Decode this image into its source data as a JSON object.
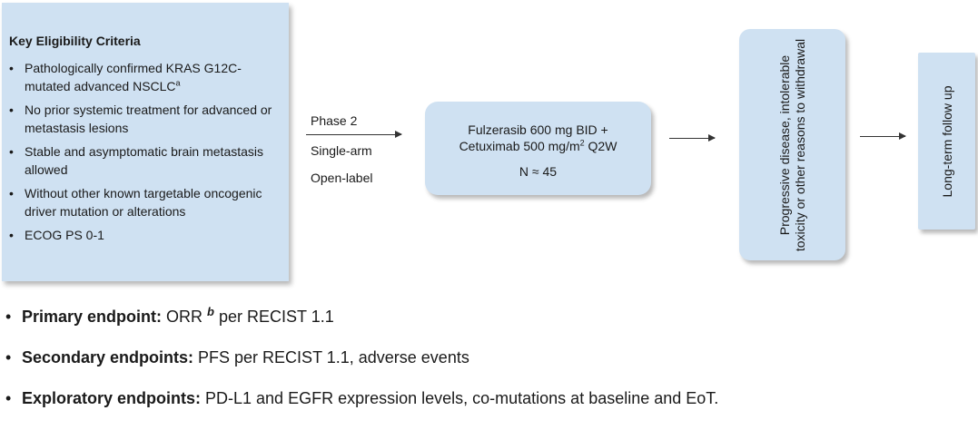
{
  "criteria": {
    "title": "Key Eligibility Criteria",
    "items": [
      {
        "text": "Pathologically confirmed KRAS G12C-mutated advanced NSCLC",
        "sup": "a"
      },
      {
        "text": "No prior systemic treatment for advanced or metastasis lesions",
        "sup": ""
      },
      {
        "text": "Stable and asymptomatic brain metastasis allowed",
        "sup": ""
      },
      {
        "text": "Without other known targetable oncogenic driver mutation or alterations",
        "sup": ""
      },
      {
        "text": "ECOG PS 0-1",
        "sup": ""
      }
    ]
  },
  "design": {
    "phase": "Phase 2",
    "arm": "Single-arm",
    "label": "Open-label"
  },
  "treatment": {
    "line1": "Fulzerasib 600 mg BID +",
    "line2_pre": "Cetuximab 500 mg/m",
    "line2_sup": "2",
    "line2_post": " Q2W",
    "n": "N ≈ 45"
  },
  "discontinuation": {
    "text": "Progressive disease, intolerable toxicity or other reasons to withdrawal"
  },
  "followup": {
    "text": "Long-term follow up"
  },
  "endpoints": [
    {
      "label": "Primary endpoint:",
      "sup": "b",
      "text": " ORR ",
      "text_after": " per RECIST 1.1"
    },
    {
      "label": "Secondary endpoints:",
      "sup": "",
      "text": " PFS per RECIST 1.1, adverse events",
      "text_after": ""
    },
    {
      "label": "Exploratory endpoints:",
      "sup": "",
      "text": " PD-L1 and EGFR expression levels, co-mutations at baseline and EoT.",
      "text_after": ""
    }
  ],
  "colors": {
    "box_fill": "#cfe1f2",
    "arrow": "#333333"
  }
}
